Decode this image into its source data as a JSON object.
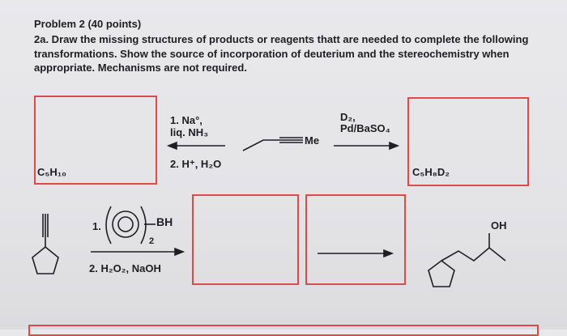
{
  "problem": {
    "title": "Problem 2 (40 points)",
    "lines": [
      "2a. Draw the missing structures of products or reagents thatt are needed to complete the following",
      "transformations. Show the source of incorporation of deuterium and the stereochemistry when",
      "appropriate. Mechanisms are not required."
    ]
  },
  "reaction1": {
    "reagent_step1_a": "1. Na°,",
    "reagent_step1_b": "liq. NH₃",
    "reagent_step2": "2. H⁺, H₂O",
    "product_formula": "C₅H₁₀",
    "alkyne_label": "Me",
    "reagent_right_a": "D₂,",
    "reagent_right_b": "Pd/BaSO₄",
    "right_formula": "C₅H₈D₂"
  },
  "reaction2": {
    "step1_prefix": "1.",
    "borane_label": "BH",
    "borane_subscript": "2",
    "step2": "2. H₂O₂, NaOH",
    "product_oh_label": "OH"
  },
  "colors": {
    "box_border": "#dc4b4b",
    "text": "#1f1f22"
  }
}
